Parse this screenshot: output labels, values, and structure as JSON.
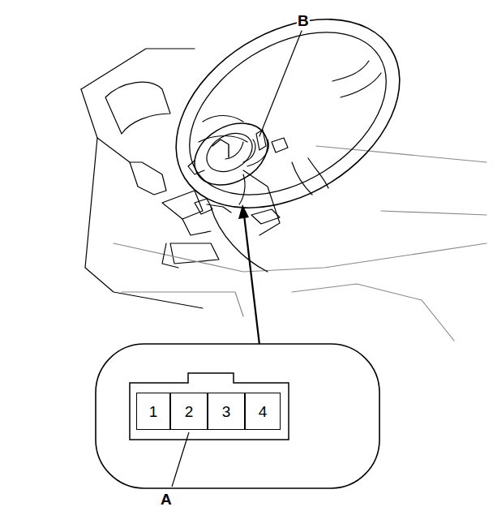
{
  "diagram": {
    "nodes": [
      {
        "text": [
          "1"
        ]
      },
      {
        "text": [
          "2"
        ]
      },
      {
        "text": [
          "3"
        ]
      },
      {
        "text": [
          "4"
        ]
      }
    ],
    "labels": [
      "B",
      "A"
    ]
  }
}
